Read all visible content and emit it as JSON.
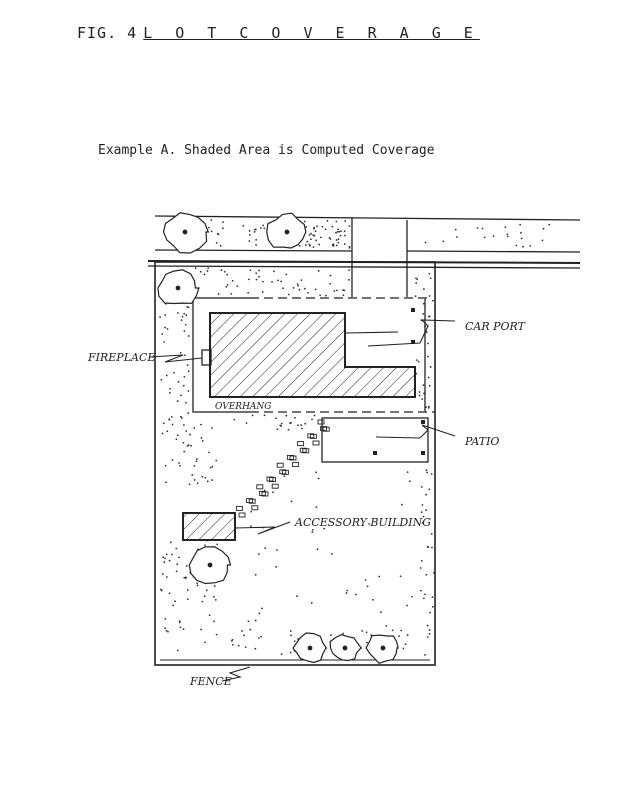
{
  "figure": {
    "number_label": "FIG. 4",
    "title": "L O T  C O V E R A G E",
    "subtitle": "Example A.  Shaded Area is Computed Coverage"
  },
  "labels": {
    "car_port": "CAR PORT",
    "fireplace": "FIREPLACE",
    "overhang": "OVERHANG",
    "patio": "PATIO",
    "accessory_building": "ACCESSORY BUILDING",
    "fence": "FENCE"
  },
  "colors": {
    "ink": "#222222",
    "paper": "#ffffff"
  }
}
